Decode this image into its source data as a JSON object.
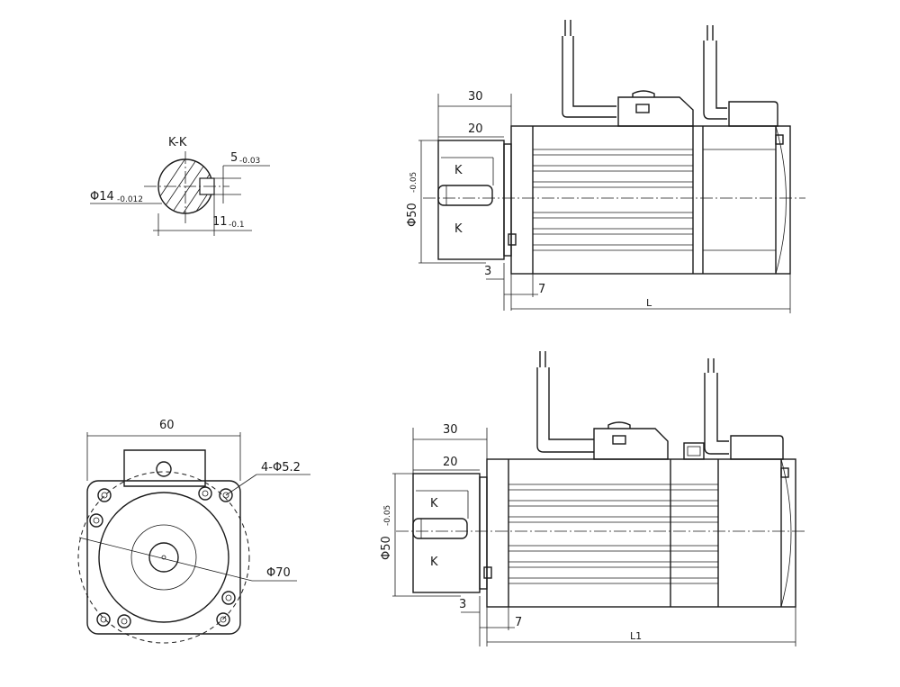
{
  "section_view": {
    "title": "K-K",
    "shaft_dia": "Φ14",
    "shaft_dia_tol": "-0.012",
    "key_width": "5",
    "key_width_tol": "-0.03",
    "key_depth": "11",
    "key_depth_tol": "-0.1"
  },
  "side_top": {
    "dim_30": "30",
    "dim_20": "20",
    "section_mark_top": "K",
    "section_mark_bottom": "K",
    "flange_dia": "Φ50",
    "flange_dia_tol": "-0.05",
    "dim_3": "3",
    "dim_7": "7",
    "length": "L"
  },
  "front_view": {
    "width": "60",
    "holes": "4-Φ5.2",
    "bolt_circle": "Φ70"
  },
  "side_bottom": {
    "dim_30": "30",
    "dim_20": "20",
    "section_mark_top": "K",
    "section_mark_bottom": "K",
    "flange_dia": "Φ50",
    "flange_dia_tol": "-0.05",
    "dim_3": "3",
    "dim_7": "7",
    "length": "L1"
  }
}
